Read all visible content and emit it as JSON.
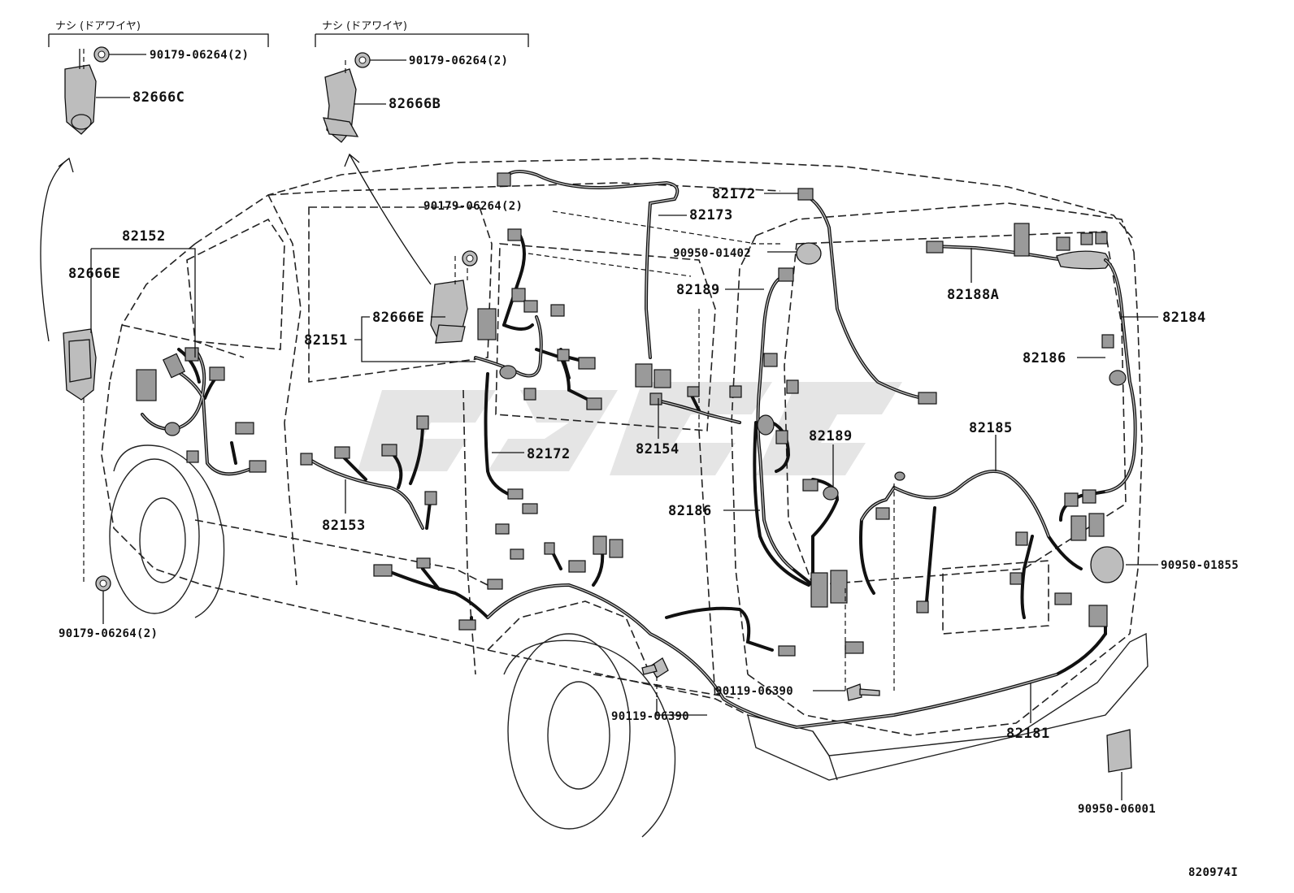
{
  "diagram_id": "820974I",
  "watermark": "",
  "notes": {
    "no_door_wire_left": "ナシ (ドアワイヤ)",
    "no_door_wire_right": "ナシ (ドアワイヤ)"
  },
  "parts": {
    "clip_top_left": "90179-06264(2)",
    "bracket_82666c": "82666C",
    "clip_top_right": "90179-06264(2)",
    "bracket_82666b": "82666B",
    "wire_82152": "82152",
    "bracket_82666e_left": "82666E",
    "clip_center": "90179-06264(2)",
    "wire_82151": "82151",
    "bracket_82666e_center": "82666E",
    "wire_82173": "82173",
    "wire_82172_top": "82172",
    "grommet_90950_01402": "90950-01402",
    "wire_82189_top": "82189",
    "wire_82188a": "82188A",
    "wire_82184": "82184",
    "wire_82186_right": "82186",
    "wire_82185": "82185",
    "wire_82189_mid": "82189",
    "wire_82154": "82154",
    "wire_82172_mid": "82172",
    "wire_82186_center": "82186",
    "wire_82153": "82153",
    "clip_bottom_left": "90179-06264(2)",
    "grommet_90950_01855": "90950-01855",
    "bolt_90119_06390_right": "90119-06390",
    "bolt_90119_06390_left": "90119-06390",
    "wire_82181": "82181",
    "pad_90950_06001": "90950-06001"
  }
}
